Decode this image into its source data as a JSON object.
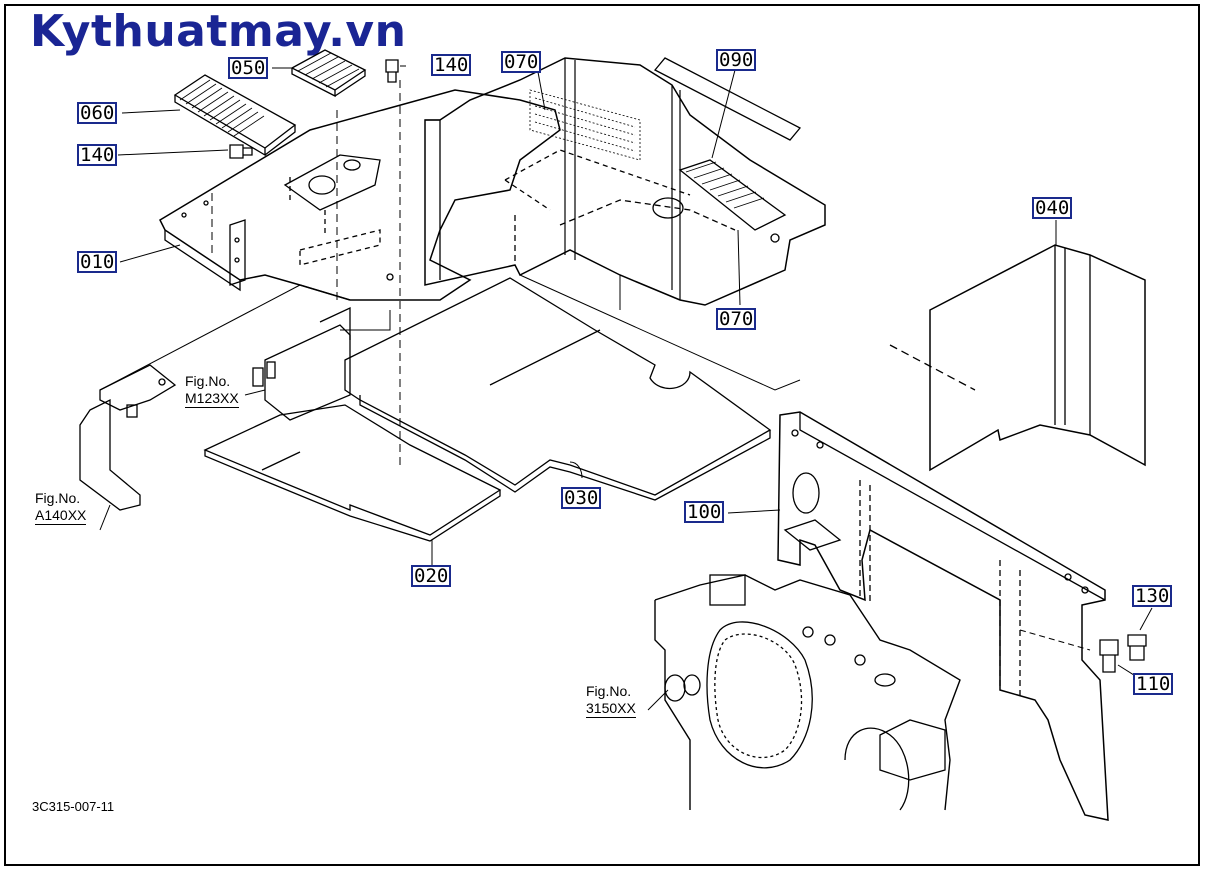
{
  "brand": {
    "text": "Kythuatmay.vn",
    "color": "#1a2594"
  },
  "labels": {
    "p050": "050",
    "p140a": "140",
    "p070a": "070",
    "p090": "090",
    "p060": "060",
    "p140b": "140",
    "p010": "010",
    "p040": "040",
    "p070b": "070",
    "p030": "030",
    "p100": "100",
    "p020": "020",
    "p130": "130",
    "p110": "110"
  },
  "figrefs": {
    "m123": {
      "title": "Fig.No.",
      "code": "M123XX"
    },
    "a140": {
      "title": "Fig.No.",
      "code": "A140XX"
    },
    "f3150": {
      "title": "Fig.No.",
      "code": "3150XX"
    }
  },
  "drawing_code": "3C315-007-11",
  "colors": {
    "label_border": "#1a2a8c",
    "line": "#000000"
  }
}
